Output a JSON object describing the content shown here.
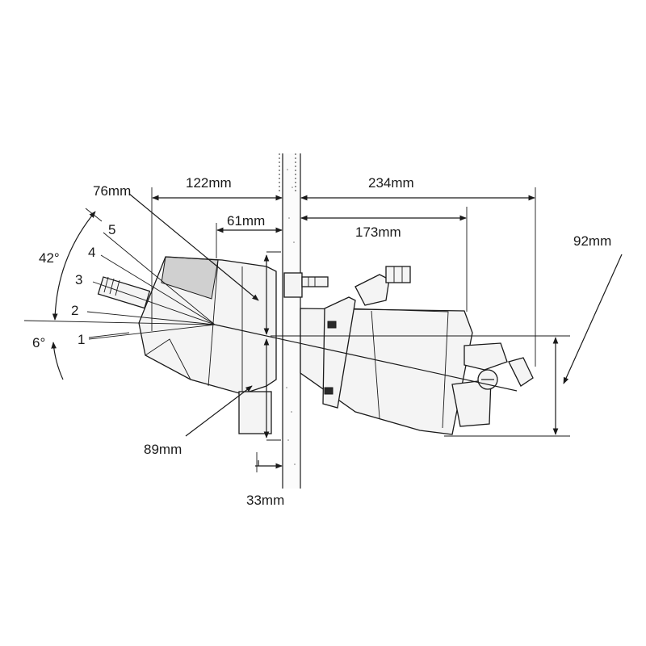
{
  "dimensions": {
    "d122": "122mm",
    "d234": "234mm",
    "d76": "76mm",
    "d61": "61mm",
    "d173": "173mm",
    "d92": "92mm",
    "d89": "89mm",
    "d33": "33mm"
  },
  "angles": {
    "a42": "42°",
    "a6": "6°"
  },
  "positions": {
    "p1": "1",
    "p2": "2",
    "p3": "3",
    "p4": "4",
    "p5": "5"
  }
}
